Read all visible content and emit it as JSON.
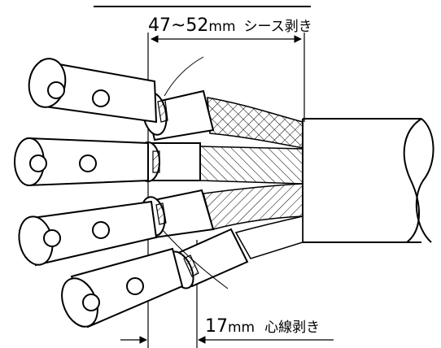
{
  "labels": {
    "sheath_strip_value": "47~52",
    "sheath_strip_unit": "mm",
    "sheath_strip_text": "シース剥き",
    "core_strip_value": "17",
    "core_strip_unit": "mm",
    "core_strip_text": "心線剥き"
  },
  "colors": {
    "line": "#000000",
    "background": "#ffffff"
  }
}
